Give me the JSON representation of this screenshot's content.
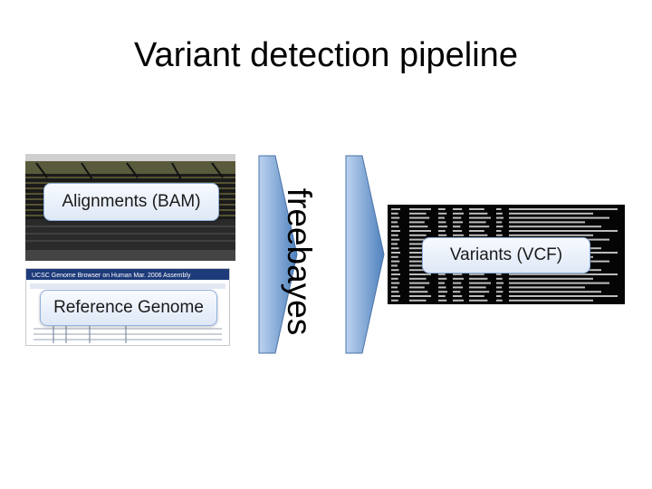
{
  "title": "Variant detection pipeline",
  "inputs": {
    "alignments_label": "Alignments (BAM)",
    "reference_label": "Reference Genome",
    "reference_header": "UCSC Genome Browser on Human Mar. 2006 Assembly"
  },
  "tool_label": "freebayes",
  "output": {
    "variants_label": "Variants (VCF)"
  },
  "colors": {
    "arrow_fill": "#4f81bd",
    "arrow_light": "#bcd3f0",
    "label_border": "#8fb0de"
  }
}
